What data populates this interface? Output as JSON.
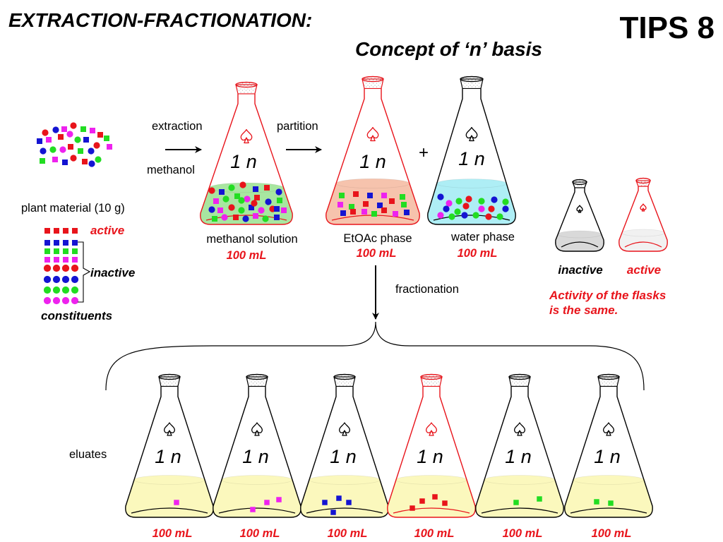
{
  "title": "EXTRACTION-FRACTIONATION:",
  "subtitle": "Concept of ‘n’ basis",
  "tips": "TIPS 8",
  "colors": {
    "red": "#e8141b",
    "blue": "#1414d2",
    "green": "#22dd22",
    "magenta": "#ee22ee",
    "methanol_liquid": "#a8e6a0",
    "etoac_liquid": "#f6c3ad",
    "water_liquid": "#aeeef5",
    "eluate_liquid": "#fbf8bd",
    "inactive_liquid": "#d9d9d9",
    "active_liquid": "#f1f1f1"
  },
  "icons": {
    "flask_mark": "spade-icon",
    "stopper": "ground-glass-stopper"
  },
  "plant": {
    "label": "plant material (10 g)"
  },
  "legend": {
    "active": "active",
    "inactive": "inactive",
    "constituents": "constituents"
  },
  "steps": {
    "extraction": "extraction",
    "methanol": "methanol",
    "partition": "partition",
    "plus": "+",
    "fractionation": "fractionation"
  },
  "flasks": {
    "methanol": {
      "n": "1 n",
      "label": "methanol solution",
      "volume": "100 mL"
    },
    "etoac": {
      "n": "1 n",
      "label": "EtOAc phase",
      "volume": "100 mL"
    },
    "water": {
      "n": "1 n",
      "label": "water phase",
      "volume": "100 mL"
    }
  },
  "side": {
    "inactive": "inactive",
    "active": "active",
    "note_line1": "Activity of the flasks",
    "note_line2": "is the same."
  },
  "eluates": {
    "label": "eluates",
    "items": [
      {
        "n": "1 n",
        "volume": "100 mL",
        "active": false
      },
      {
        "n": "1 n",
        "volume": "100 mL",
        "active": false
      },
      {
        "n": "1 n",
        "volume": "100 mL",
        "active": false
      },
      {
        "n": "1 n",
        "volume": "100 mL",
        "active": true
      },
      {
        "n": "1 n",
        "volume": "100 mL",
        "active": false
      },
      {
        "n": "1 n",
        "volume": "100 mL",
        "active": false
      }
    ]
  }
}
